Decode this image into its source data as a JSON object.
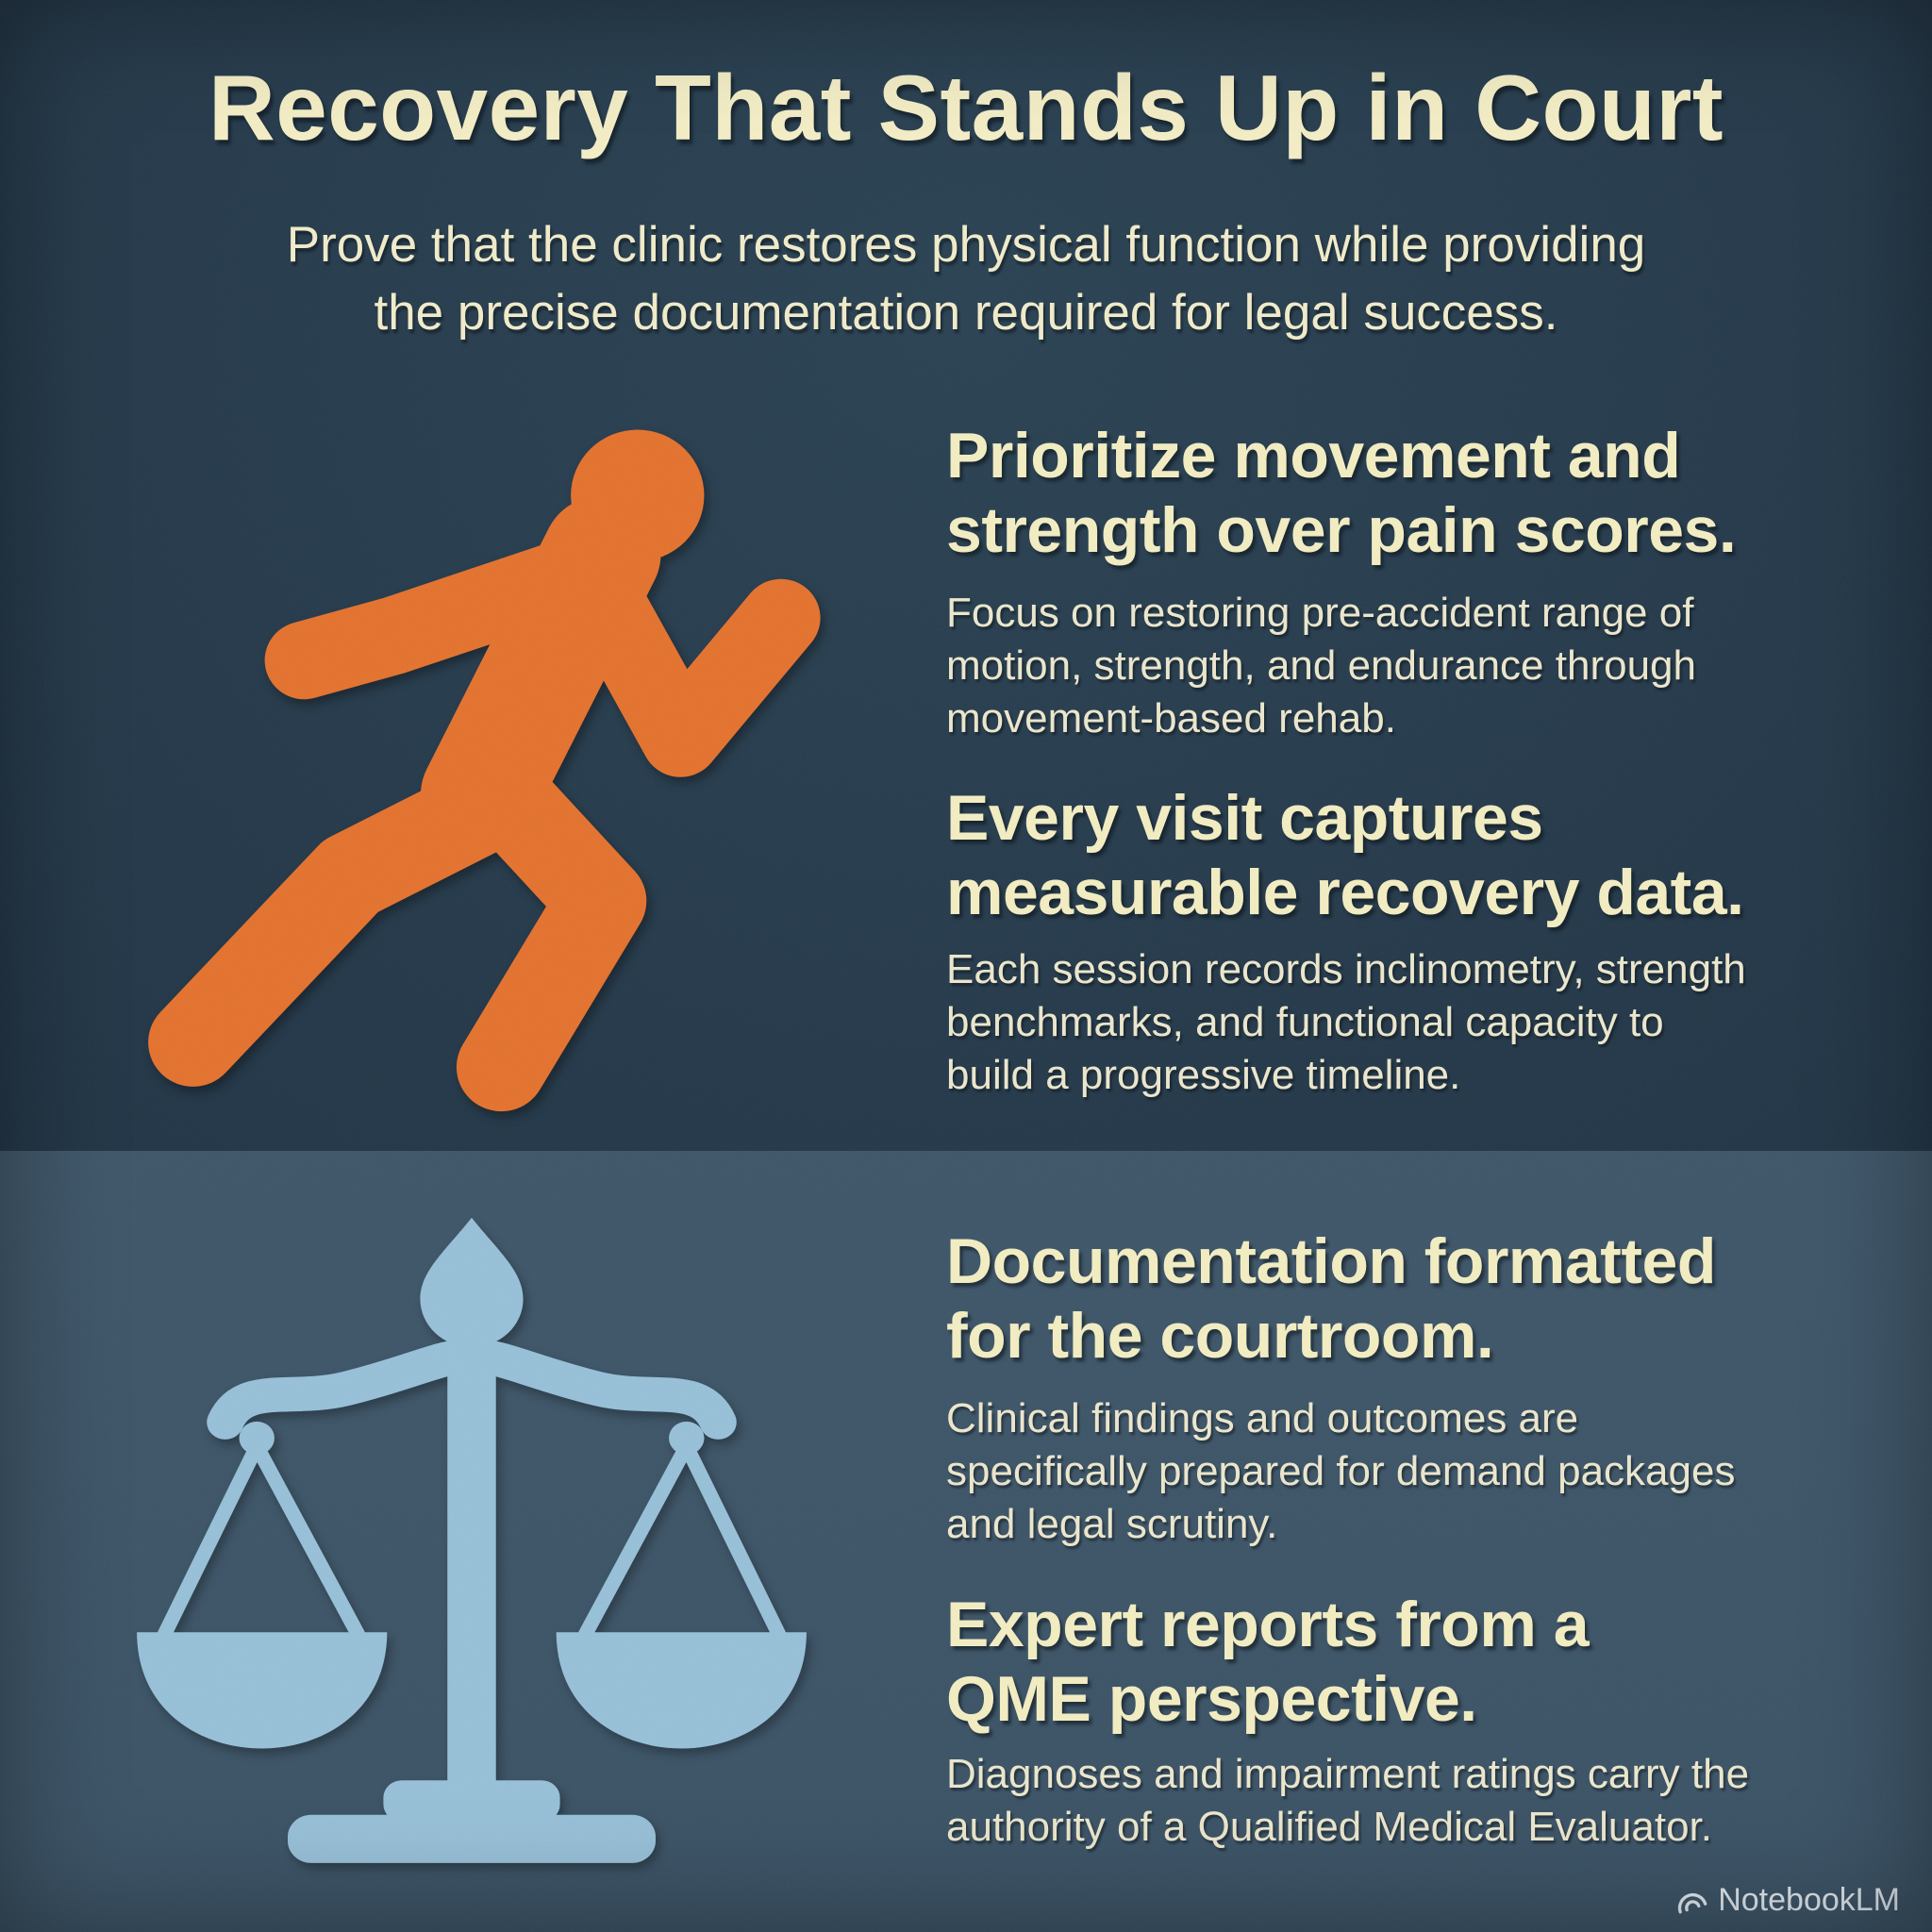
{
  "header": {
    "title": "Recovery That Stands Up in Court",
    "subtitle": "Prove that the clinic restores physical function while providing\nthe precise documentation required for legal success."
  },
  "sections": [
    {
      "name": "movement-recovery",
      "icon": "running-person-icon",
      "icon_color": "#e4722e",
      "items": [
        {
          "heading": "Prioritize movement and\nstrength over pain scores.",
          "body": "Focus on restoring pre-accident range of\nmotion, strength, and endurance through\nmovement-based rehab."
        },
        {
          "heading": "Every visit captures\nmeasurable recovery data.",
          "body": "Each session records inclinometry, strength\nbenchmarks, and functional capacity to\nbuild a progressive timeline."
        }
      ]
    },
    {
      "name": "legal-documentation",
      "icon": "scales-of-justice-icon",
      "icon_color": "#97c0d8",
      "items": [
        {
          "heading": "Documentation formatted\nfor the courtroom.",
          "body": "Clinical findings and outcomes are\nspecifically prepared for demand packages\nand legal scrutiny."
        },
        {
          "heading": "Expert reports from a\nQME perspective.",
          "body": "Diagnoses and impairment ratings carry the\nauthority of a Qualified Medical Evaluator."
        }
      ]
    }
  ],
  "watermark": {
    "brand": "NotebookLM"
  },
  "colors": {
    "background_top": "#253a4b",
    "background_bottom": "#3d5468",
    "headline_cream": "#f3edc2",
    "body_cream": "#ece7cd",
    "runner_orange": "#e4722e",
    "scales_blue": "#97c0d8",
    "watermark_white": "#e3eaf0"
  }
}
